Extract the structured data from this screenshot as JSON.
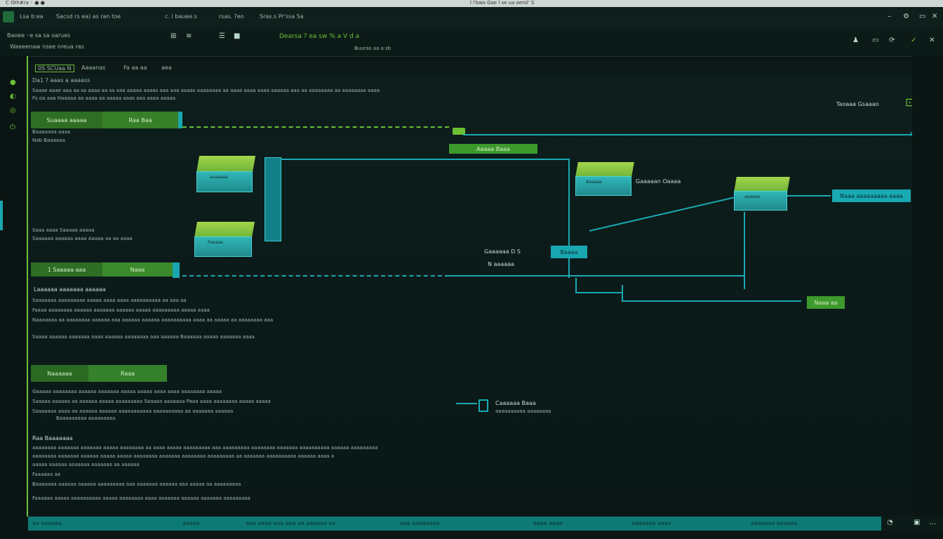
{
  "titlebar": {
    "left": "C Oth#ra  ◦  ● ●",
    "center": "l l'bws  Gae l se ua oersl' S"
  },
  "tabbar": {
    "items": [
      "Lsa  b:ea",
      "Sacsd rs ea) as ran toe",
      "c. l bauee.s",
      "rsas.  ?eo",
      "Sras.s  Pr'ssa Sa"
    ]
  },
  "toolbar": {
    "left_line1": "Baoee    ◦e sa sa oarues",
    "left_line2": "Waeeenaw nsee nreua ras",
    "center_top": "Dearsa  ?  ea  sw  %  a  V  d  a",
    "center_sub": "Buuras aa a sb",
    "colors": {
      "accent": "#6cc035",
      "teal": "#19a9b2",
      "bg": "#0b1614"
    }
  },
  "breadcrumb": {
    "items": [
      "0S  SCUaa N",
      "Aaaanas",
      "Fa aa aa",
      "aea"
    ]
  },
  "canvas": {
    "header_line1": "Da1  ? aaas a aaaass",
    "header_line2": "Saaae aaae aaa aa sa aaaa aa sa aaa aaaaa aaaas aaa aaa aaaas aaaaaaaa aa aaaa aaaa aaaa aaaaaa aaa aa aaaaaaaa aa aaaaaaaa aaaa",
    "header_line3": "Fs  oa aaa  Haaaaa aa aaaa aa aaaaa aaas aaa aaaa aaaaa",
    "right_title": "Taoaaa  Gsaaao",
    "row1_label_left": "Suaaaa aaaaa",
    "row1_label_right": "Raa Baa",
    "row1_sub1": "Baaaaaaa aaaa",
    "row1_sub2": "Nab  Baaaaaa",
    "node_right_label": "Aaaaa Baaa",
    "cube1_label": "aaaaaaa",
    "cube2_label": "Paaaaa",
    "cube3_label": "Aaaaaa",
    "cube4_label": "aaaaaa",
    "cube3_side_label": "Gaaaaan Oaaaa",
    "right_out_label": "Naaa  aaaaaaaaa aaaa",
    "mid_text1": "Gaaaaaa  D S",
    "mid_text2": "N aaaaaa",
    "teal_box_label": "Baaaa",
    "mid_block_line1": "Saaa aaaa Saaaaa aaaaa",
    "mid_block_line2": "Saaaaaa aaaaaa aaaa Aaaaa aa aa aaaa",
    "row2_label_left": "1 Saaaaa aaa",
    "row2_label_right": "Naaa",
    "green_small_label": "Naaa aa",
    "list_title": "Laaaaaa aaaaaaa aaaaaa",
    "list_lines": [
      "Saaaaaaa aaaaaaaaa aaaaa aaaa aaaa aaaaaaaaaa aa  aaa aa",
      "Faaaa aaaaaaaa aaaaaa aaaaaaa aaaaaa aaaaa aaaaaaaaa  aaaaa aaaa",
      "Naaaaaaa  aa aaaaaaaa aaaaaa aaa aaaaaa aaaaaa aaaaaaaaaa  aaaa aa aaaaa aa  aaaaaaaa  aaa",
      "Saaaa  aaaaaa aaaaaaa aaaa aaaaaa aaaaaaaa aaa aaaaaa  Baaaaaa aaaaa aaaaaaa aaaa"
    ],
    "section2_label_left": "Naaaaaa",
    "section2_label_right": "Raaa",
    "section2_lines": [
      "Gaaaaa aaaaaaaa aaaaaa  aaaaaaa aaaaa aaaaa  aaaa aaaa aaaaaaaa aaaaa",
      "Saaaaa  aaaaaa aa aaaaaa aaaaa aaaaaaaaa  Saaaaa aaaaaaa Paaa  aaaa aaaaaaaa aaaaa aaaaa",
      "Saaaaaaa  aaaa aa aaaaaa aaaaaa aaaaaaaaaaa aaaaaaaaaa aa aaaaaaa aaaaaa",
      "Baaaaaaaaa aaaaaaaaa"
    ],
    "section2_right_label": "Caaaaaa  Baaa",
    "section2_right_sub": "aaaaaaaaaa aaaaaaaa",
    "section3_title": "Raa  Baaaaaaa",
    "section3_lines": [
      "aaaaaaaa aaaaaaa  aaaaaaa aaaaa aaaaaaaa aa  aaaa aaaaa aaaaaaaaa aaa aaaaaaaaa aaaaaaaa aaaaaaa  aaaaaaaaaa aaaaaa aaaaaaaaa",
      "aaaaaaaa aaaaaaa  aaaaaa aaaaa aaaaa aaaaaaaa aaaaaaa aaaaaaaa aaaaaaaaa aa aaaaaaa aaaaaaaaaa  aaaaaa  aaaa a",
      "aaaaa aaaaaa aaaaaaa aaaaaaa aa aaaaaa",
      "Faaaaaa aa",
      "Baaaaaaa  aaaaaa  aaaaaa aaaaaaaaa  aaa aaaaaaa aaaaaa aaa aaaaa aa aaaaaaaaa",
      "Faaaaaa aaaaa aaaaaaaaaa  aaaaa aaaaaaaa  aaaa aaaaaaa  aaaaaa aaaaaaa  aaaaaaaaa"
    ]
  },
  "statusbar": {
    "items": [
      "aa  aaaaaa",
      "aaaaa",
      "aaa aaaa aaa aaa aa  aaaaaa aa",
      "aaa  aaaaaaaa",
      "aaaa aaaa",
      "aaaaaaa aaaa",
      "aaaaaaa aaaaaa"
    ]
  }
}
